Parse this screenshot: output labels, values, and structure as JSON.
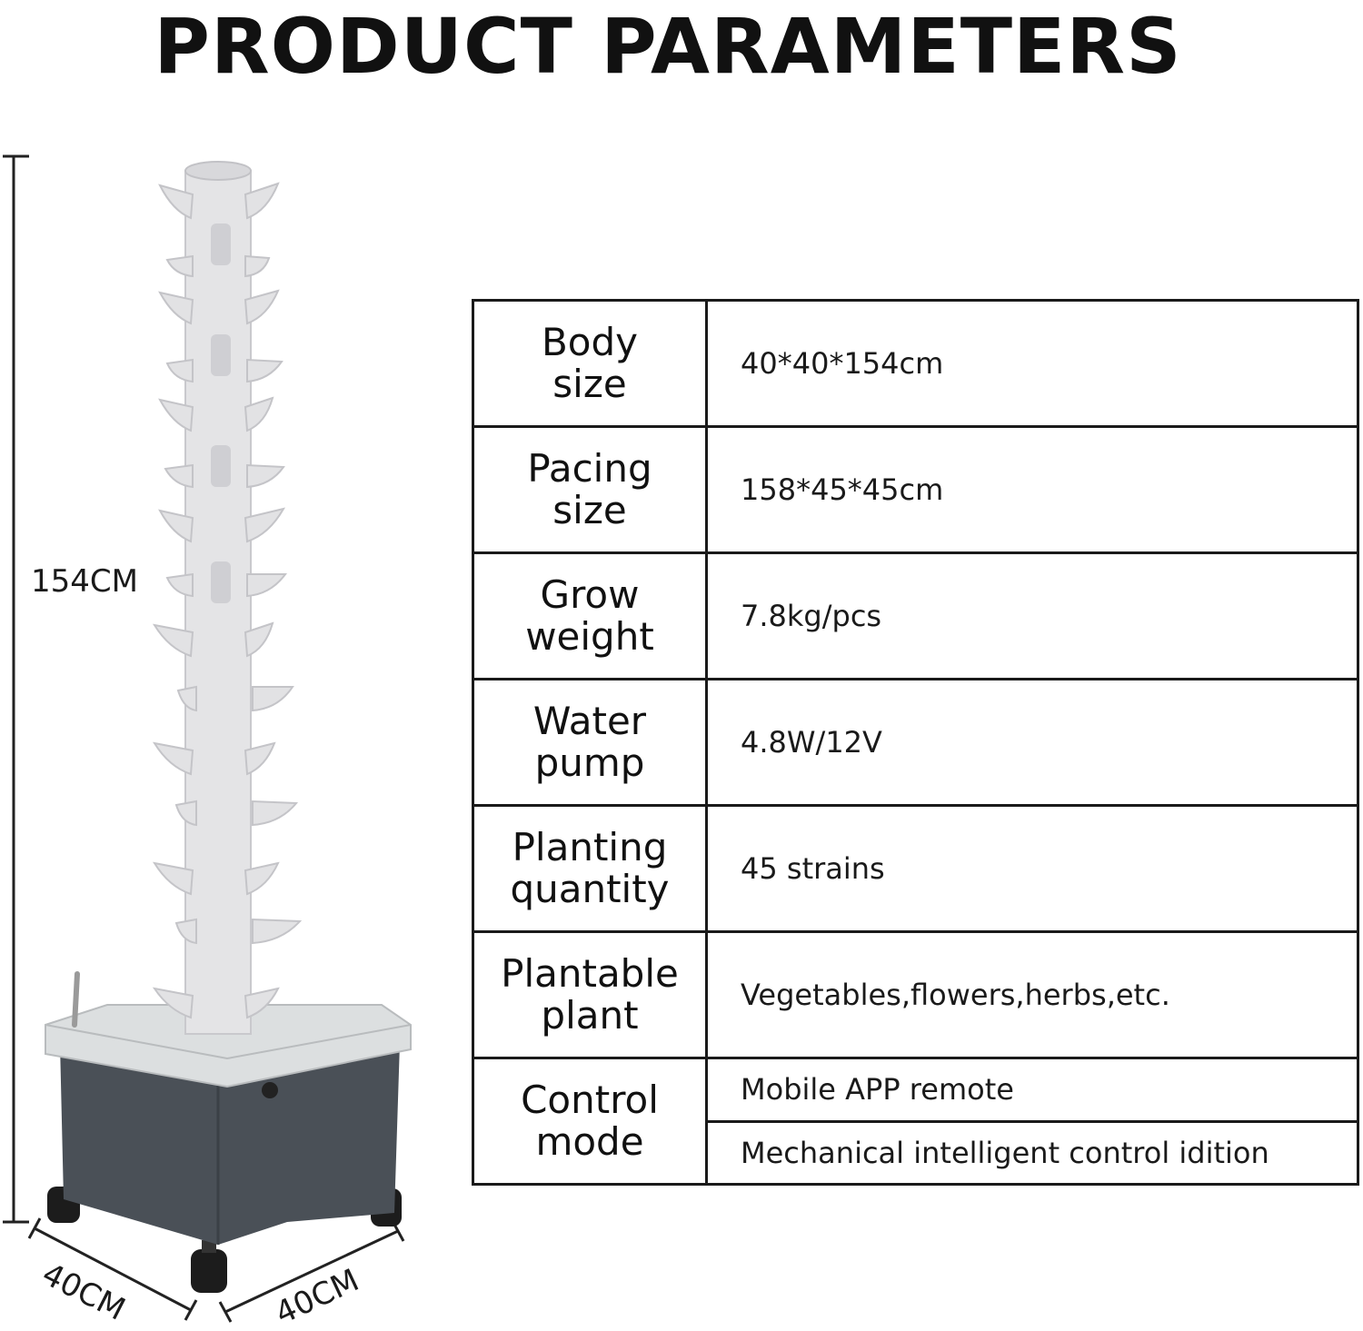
{
  "title": "PRODUCT PARAMETERS",
  "dimensions": {
    "height": "154CM",
    "depth": "40CM",
    "width": "40CM"
  },
  "specs": [
    {
      "label_line1": "Body",
      "label_line2": "size",
      "value": "40*40*154cm"
    },
    {
      "label_line1": "Pacing",
      "label_line2": "size",
      "value": "158*45*45cm"
    },
    {
      "label_line1": "Grow",
      "label_line2": "weight",
      "value": "7.8kg/pcs"
    },
    {
      "label_line1": "Water",
      "label_line2": "pump",
      "value": "4.8W/12V"
    },
    {
      "label_line1": "Planting",
      "label_line2": "quantity",
      "value": "45 strains"
    },
    {
      "label_line1": "Plantable",
      "label_line2": "plant",
      "value": "Vegetables,flowers,herbs,etc."
    }
  ],
  "control_mode": {
    "label_line1": "Control",
    "label_line2": "mode",
    "values": [
      "Mobile APP remote",
      "Mechanical intelligent control idition"
    ]
  },
  "colors": {
    "tower": "#e4e4e6",
    "tower_shadow": "#c9c9cd",
    "reservoir": "#4a5057",
    "lid": "#dcdfe0",
    "wheel": "#1c1c1c"
  }
}
